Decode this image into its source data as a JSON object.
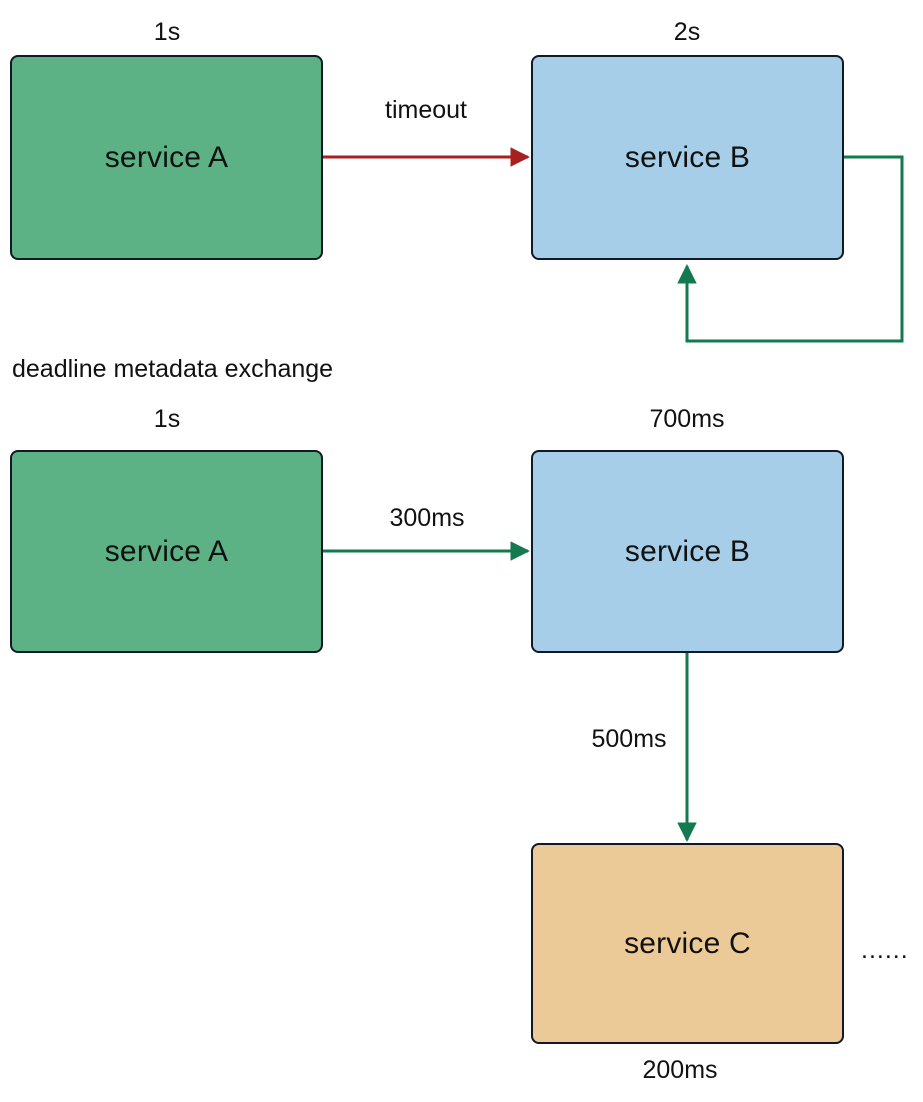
{
  "diagram": {
    "title_text": "deadline metadata exchange",
    "colors": {
      "green_fill": "#5cb285",
      "blue_fill": "#a6cee8",
      "tan_fill": "#ecca97",
      "node_stroke": "#111827",
      "red_edge": "#a81f1f",
      "green_edge": "#13794f",
      "text": "#111111",
      "background": "#ffffff"
    },
    "sections": [
      {
        "id": "timeout-section",
        "nodes": [
          {
            "id": "top-service-a",
            "label": "service A",
            "top_label": "1s",
            "fill": "green"
          },
          {
            "id": "top-service-b",
            "label": "service B",
            "top_label": "2s",
            "fill": "blue"
          }
        ],
        "edges": [
          {
            "id": "a-to-b-timeout",
            "label": "timeout",
            "color": "red",
            "kind": "straight"
          },
          {
            "id": "b-self-loop",
            "label": "",
            "color": "green",
            "kind": "loop"
          }
        ]
      },
      {
        "id": "deadline-section",
        "title": "deadline metadata exchange",
        "nodes": [
          {
            "id": "bottom-service-a",
            "label": "service A",
            "top_label": "1s",
            "bottom_label": "",
            "fill": "green"
          },
          {
            "id": "bottom-service-b",
            "label": "service B",
            "top_label": "700ms",
            "bottom_label": "",
            "fill": "blue"
          },
          {
            "id": "bottom-service-c",
            "label": "service C",
            "top_label": "",
            "bottom_label": "200ms",
            "fill": "tan"
          }
        ],
        "edges": [
          {
            "id": "a-to-b-300ms",
            "label": "300ms",
            "color": "green",
            "kind": "straight-h"
          },
          {
            "id": "b-to-c-500ms",
            "label": "500ms",
            "color": "green",
            "kind": "straight-v"
          }
        ],
        "ellipsis": "......"
      }
    ]
  }
}
